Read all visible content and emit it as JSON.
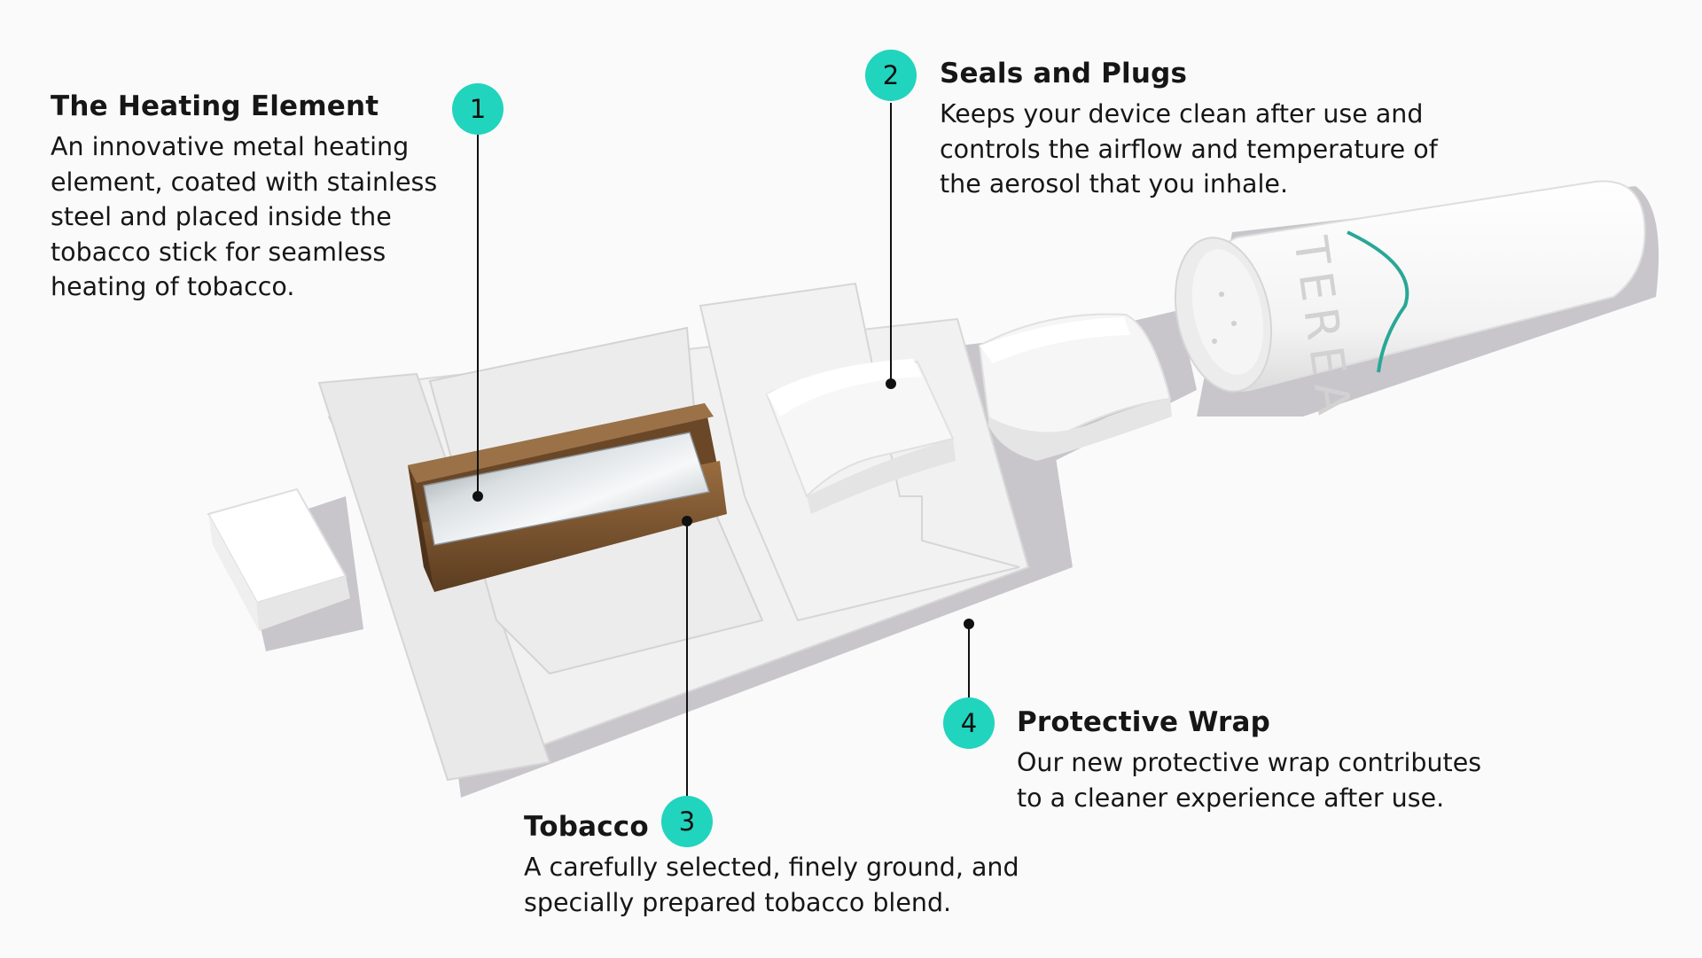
{
  "callouts": [
    {
      "number": "1",
      "title": "The Heating Element",
      "text": "An innovative metal heating element, coated with stainless steel and placed inside the tobacco stick for seamless heating of tobacco."
    },
    {
      "number": "2",
      "title": "Seals and Plugs",
      "text": "Keeps your device clean after use and controls the airflow and temperature of the aerosol that you inhale."
    },
    {
      "number": "3",
      "title": "Tobacco",
      "text": "A carefully selected, finely ground, and specially prepared tobacco blend."
    },
    {
      "number": "4",
      "title": "Protective Wrap",
      "text": "Our new protective wrap contributes to a cleaner experience after use."
    }
  ],
  "product": {
    "brand_mark": "TEREA"
  },
  "colors": {
    "accent": "#21d4bd",
    "background": "#fafafa",
    "tobacco": "#7a5430",
    "filter_stripe": "#2aa796"
  }
}
